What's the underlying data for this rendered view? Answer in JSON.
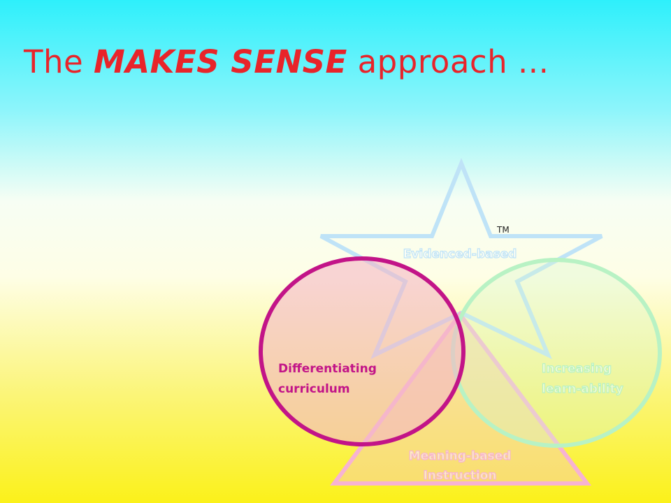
{
  "title": {
    "prefix": "The ",
    "emphasis": "MAKES SENSE",
    "suffix": " approach ..."
  },
  "diagram": {
    "trademark": "TM",
    "star_label": "Evidenced-based",
    "left_circle_label": [
      "Differentiating",
      "curriculum"
    ],
    "right_circle_label": [
      "Increasing",
      "learn-ability"
    ],
    "triangle_label": [
      "Meaning-based",
      "Instruction"
    ]
  },
  "colors": {
    "title": "#E8242A",
    "star_outline": "#BFE3F7",
    "left_circle_stroke": "#C21488",
    "left_circle_fill": "#F4B8C6",
    "right_circle_stroke": "#B8F2C4",
    "triangle_stroke": "#F7B3D2",
    "triangle_fill": "#F8CFA6"
  }
}
